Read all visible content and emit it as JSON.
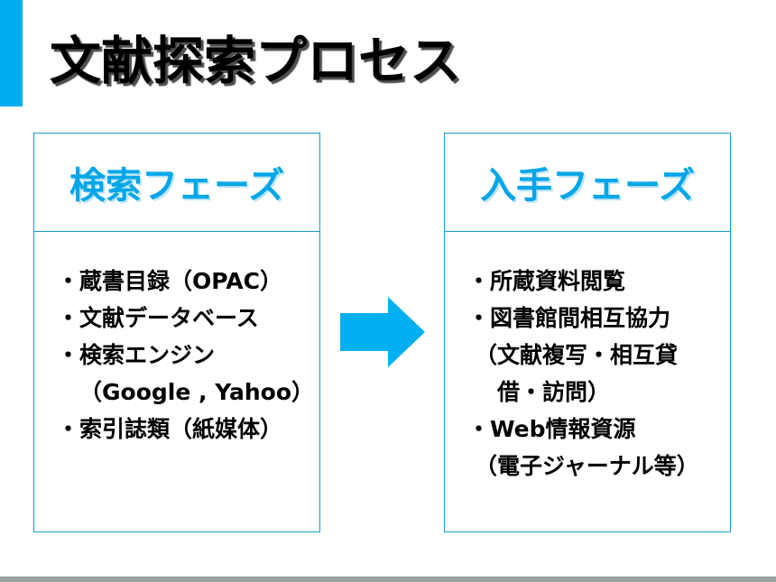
{
  "slide": {
    "title": "文献探索プロセス"
  },
  "left_box": {
    "header": "検索フェーズ",
    "items": [
      "・蔵書目録（OPAC）",
      "・文献データベース",
      "・検索エンジン",
      "（Google , Yahoo）",
      "・索引誌類（紙媒体）"
    ]
  },
  "right_box": {
    "header": "入手フェーズ",
    "items": [
      "・所蔵資料閲覧",
      "・図書館間相互協力",
      "（文献複写・相互貸",
      "借・訪問）",
      "・Web情報資源",
      "（電子ジャーナル等）"
    ]
  },
  "colors": {
    "accent_blue": "#00AEEF",
    "box_border": "#1899D6",
    "header_text_blue": "#00A6E8",
    "arrow_fill": "#00B0F0",
    "bottom_bar_gray": "#9AA39D",
    "title_text": "#000000"
  }
}
